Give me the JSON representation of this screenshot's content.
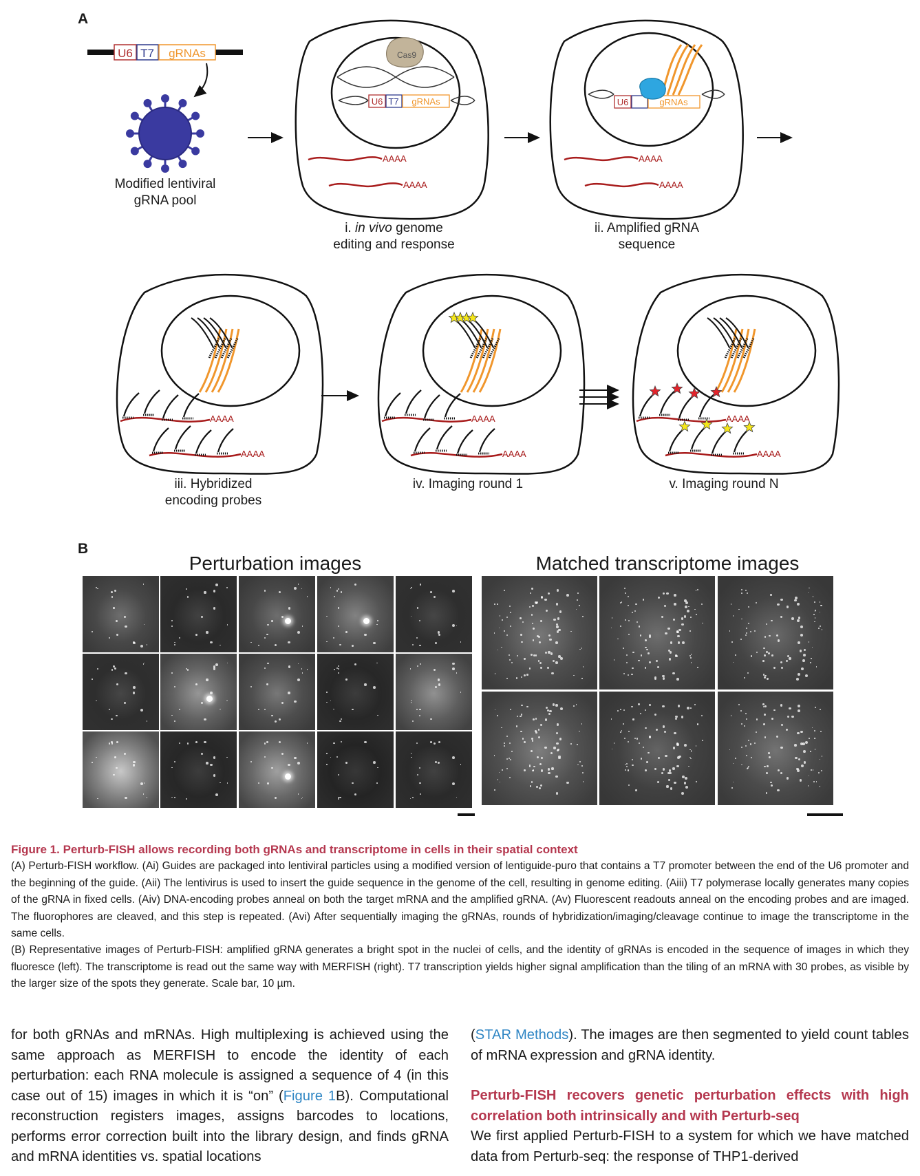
{
  "panelA": {
    "letter": "A",
    "construct": {
      "u6": "U6",
      "t7": "T7",
      "grnas": "gRNAs"
    },
    "cas9": "Cas9",
    "polyA": "AAAA",
    "virus_label_1": "Modified lentiviral",
    "virus_label_2": "gRNA pool",
    "step_i_1": "i. ",
    "step_i_em": "in vivo",
    "step_i_2": " genome",
    "step_i_3": "editing and response",
    "step_ii_1": "ii. Amplified gRNA",
    "step_ii_2": "sequence",
    "step_iii_1": "iii. Hybridized",
    "step_iii_2": "encoding probes",
    "step_iv": "iv. Imaging round 1",
    "step_v": "v. Imaging round N"
  },
  "panelB": {
    "letter": "B",
    "left_title": "Perturbation images",
    "right_title": "Matched transcriptome images"
  },
  "caption": {
    "title": "Figure 1.  Perturb-FISH allows recording both gRNAs and transcriptome in cells in their spatial context",
    "para_a": "(A) Perturb-FISH workflow. (Ai) Guides are packaged into lentiviral particles using a modified version of lentiguide-puro that contains a T7 promoter between the end of the U6 promoter and the beginning of the guide. (Aii) The lentivirus is used to insert the guide sequence in the genome of the cell, resulting in genome editing. (Aiii) T7 polymerase locally generates many copies of the gRNA in fixed cells. (Aiv) DNA-encoding probes anneal on both the target mRNA and the amplified gRNA. (Av) Fluorescent readouts anneal on the encoding probes and are imaged. The fluorophores are cleaved, and this step is repeated. (Avi) After sequentially imaging the gRNAs, rounds of hybridization/imaging/cleavage continue to image the transcriptome in the same cells.",
    "para_b": "(B) Representative images of Perturb-FISH: amplified gRNA generates a bright spot in the nuclei of cells, and the identity of gRNAs is encoded in the sequence of images in which they fluoresce (left). The transcriptome is read out the same way with MERFISH (right). T7 transcription yields higher signal amplification than the tiling of an mRNA with 30 probes, as visible by the larger size of the spots they generate. Scale bar, 10 µm."
  },
  "body": {
    "left_text": "for both gRNAs and mRNAs. High multiplexing is achieved using the same approach as MERFISH to encode the identity of each perturbation: each RNA molecule is assigned a sequence of 4 (in this case out of 15) images in which it is “on” (",
    "left_link": "Figure 1",
    "left_text2": "B). Computational reconstruction registers images, assigns barcodes to locations, performs error correction built into the library design, and finds gRNA and mRNA identities vs. spatial locations",
    "right_pre": "(",
    "right_link": "STAR Methods",
    "right_text": "). The images are then segmented to yield count tables of mRNA expression and gRNA identity.",
    "subhead": "Perturb-FISH recovers genetic perturbation effects with high correlation both intrinsically and with Perturb-seq",
    "right_text2": "We first applied Perturb-FISH to a system for which we have matched data from Perturb-seq: the response of THP1-derived"
  },
  "colors": {
    "u6": "#b03030",
    "t7": "#2e3a8c",
    "grna": "#f0962c",
    "mrna": "#a81c1c",
    "virus": "#3a3aa0",
    "cas9": "#c2b49a",
    "t7pol": "#2ea6e0",
    "accent": "#b5384f",
    "link": "#2f86c4"
  }
}
